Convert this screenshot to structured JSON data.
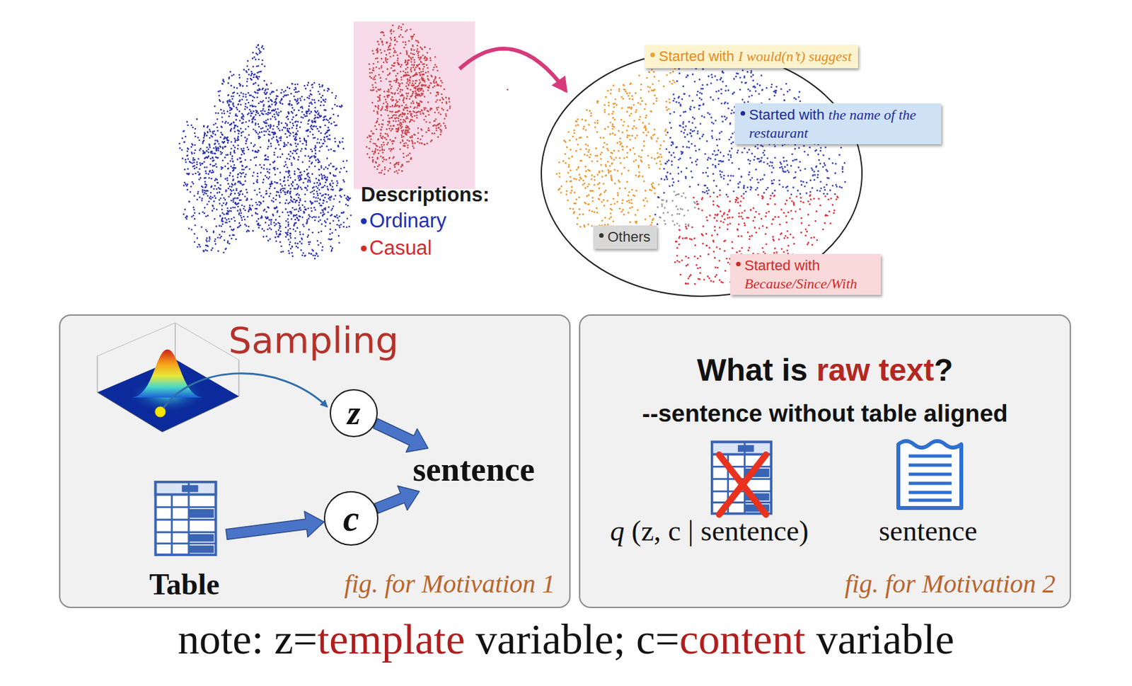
{
  "diagram": {
    "caption": "note: z=template variable; c=content variable",
    "nodes": [
      {
        "text": [
          "Started with I would(n’t) suggest"
        ]
      },
      {
        "text": [
          "Started with the name of the restaurant"
        ]
      },
      {
        "text": [
          "Others"
        ]
      },
      {
        "text": [
          "Started with Because/Since/With"
        ]
      },
      {
        "text": [
          "fig. for Motivation 1"
        ]
      },
      {
        "text": [
          "z"
        ],
        "in": 4
      },
      {
        "text": [
          "c"
        ],
        "in": 4
      },
      {
        "text": [
          "sentence"
        ],
        "in": 4
      },
      {
        "text": [
          "Table"
        ],
        "in": 4
      },
      {
        "text": [
          "What is raw text?",
          "--sentence without table aligned",
          "fig. for Motivation 2"
        ]
      }
    ],
    "edges": [
      {
        "from": 8,
        "to": 6,
        "arrow": "to"
      },
      {
        "from": 5,
        "to": 7,
        "arrow": "to"
      },
      {
        "from": 6,
        "to": 7,
        "arrow": "to"
      }
    ],
    "labels": [
      "Descriptions:",
      "Sampling",
      "q (z, c | sentence)",
      "sentence"
    ],
    "legend": [
      {
        "text": "Ordinary",
        "color": "#1f2fb4"
      },
      {
        "text": "Casual",
        "color": "#d42a2a"
      }
    ]
  }
}
